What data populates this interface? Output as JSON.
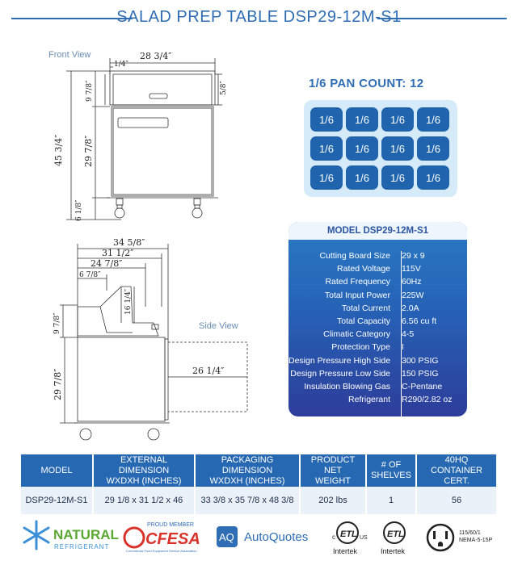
{
  "title": "SALAD PREP TABLE DSP29-12M-S1",
  "front_view": {
    "label": "Front View",
    "width": "28 3/4″",
    "offset": "1/4″",
    "height_total": "45 3/4″",
    "height_body": "29 7/8″",
    "height_top": "9 7/8″",
    "height_caster": "6 1/8″",
    "lid_depth": "5/8″"
  },
  "side_view": {
    "label": "Side View",
    "depth_total": "34 5/8″",
    "depth_body": "31 1/2″",
    "depth_board": "24 7/8″",
    "lid_offset": "6 7/8″",
    "lid_height": "16 1/4″",
    "top_height": "9 7/8″",
    "body_height": "29 7/8″",
    "door_swing": "26 1/4″"
  },
  "pan_count": {
    "title": "1/6 PAN COUNT: 12",
    "cells": [
      "1/6",
      "1/6",
      "1/6",
      "1/6",
      "1/6",
      "1/6",
      "1/6",
      "1/6",
      "1/6",
      "1/6",
      "1/6",
      "1/6"
    ]
  },
  "specs": {
    "header": "MODEL DSP29-12M-S1",
    "rows": [
      {
        "label": "Cutting Board Size",
        "value": "29 x 9"
      },
      {
        "label": "Rated  Voltage",
        "value": "115V"
      },
      {
        "label": "Rated  Frequency",
        "value": "60Hz"
      },
      {
        "label": "Total Input Power",
        "value": "225W"
      },
      {
        "label": "Total Current",
        "value": "2.0A"
      },
      {
        "label": "Total Capacity",
        "value": "6.56 cu ft"
      },
      {
        "label": "Climatic Category",
        "value": "4-5"
      },
      {
        "label": "Protection Type",
        "value": "I"
      },
      {
        "label": "Design Pressure High Side",
        "value": "300 PSIG"
      },
      {
        "label": "Design Pressure Low Side",
        "value": "150 PSIG"
      },
      {
        "label": "Insulation Blowing Gas",
        "value": "C-Pentane"
      },
      {
        "label": "Refrigerant",
        "value": "R290/2.82 oz"
      }
    ]
  },
  "table": {
    "headers": [
      [
        "MODEL"
      ],
      [
        "EXTERNAL DIMENSION",
        "WXDXH (INCHES)"
      ],
      [
        "PACKAGING DIMENSION",
        "WXDXH (INCHES)"
      ],
      [
        "PRODUCT NET",
        "WEIGHT"
      ],
      [
        "# OF",
        "SHELVES"
      ],
      [
        "40HQ",
        "CONTAINER CERT."
      ]
    ],
    "row": [
      "DSP29-12M-S1",
      "29 1/8 x 31 1/2 x 46",
      "33 3/8 x 35 7/8 x 48 3/8",
      "202 lbs",
      "1",
      "56"
    ]
  },
  "logos": {
    "natural": "NATURAL",
    "refrigerant": "REFRIGERANT",
    "proud_member": "PROUD MEMBER",
    "cfesa": "CFESA",
    "cfesa_sub": "Commercial Food Equipment Service Association",
    "aq": "AQ",
    "autoquotes": "AutoQuotes",
    "etl": "ETL",
    "c": "c",
    "us": "US",
    "intertek": "Intertek",
    "intertek2": "Intertek",
    "plug_spec_1": "115/60/1",
    "plug_spec_2": "NEMA-5-15P",
    "colors": {
      "accent": "#2f6db5",
      "green": "#5aa832",
      "red": "#d9322b"
    }
  }
}
